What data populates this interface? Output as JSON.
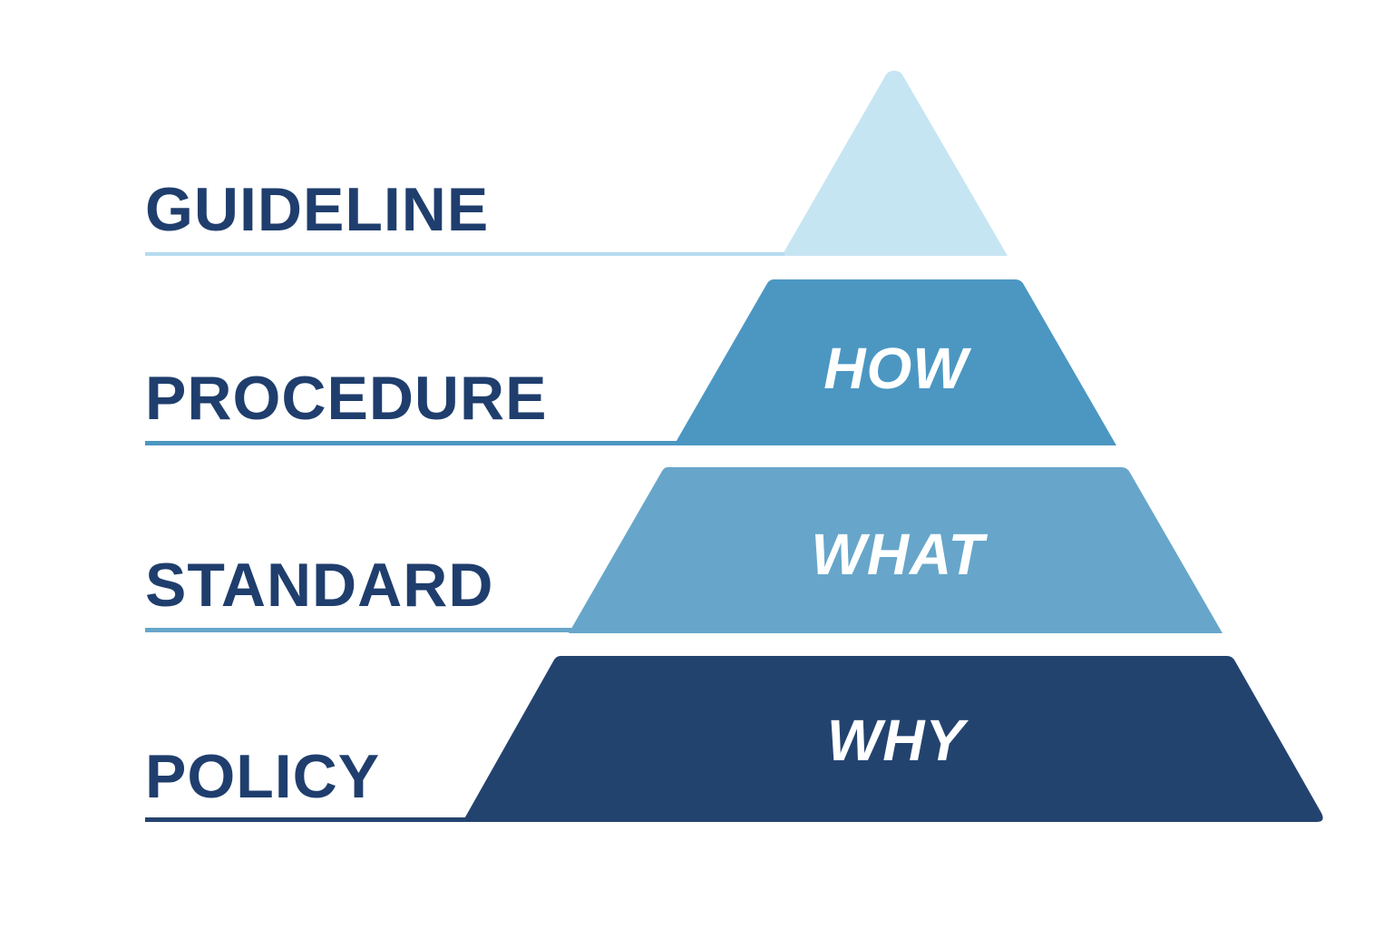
{
  "levels": [
    {
      "name": "GUIDELINE",
      "tier_label": "",
      "fill": "#c6e5f3",
      "line": "#b5dcef"
    },
    {
      "name": "PROCEDURE",
      "tier_label": "HOW",
      "fill": "#4b97c2",
      "line": "#4b97c2"
    },
    {
      "name": "STANDARD",
      "tier_label": "WHAT",
      "fill": "#67a6ca",
      "line": "#67a6ca"
    },
    {
      "name": "POLICY",
      "tier_label": "WHY",
      "fill": "#23436f",
      "line": "#23436f"
    }
  ],
  "colors": {
    "level_name_text": "#1f3e6d",
    "tier_label_text": "#ffffff",
    "background": "#ffffff"
  }
}
